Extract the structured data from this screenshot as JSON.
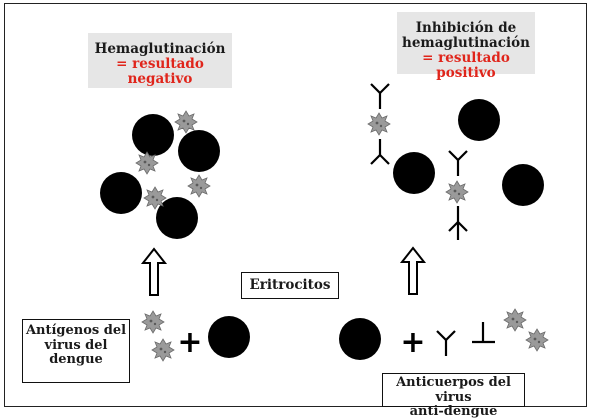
{
  "labels": {
    "hemag_title": "Hemaglutinación",
    "hemag_result": "= resultado negativo",
    "inhib_title_1": "Inhibición de",
    "inhib_title_2": "hemaglutinación",
    "inhib_result": "= resultado positivo",
    "erythrocytes": "Eritrocitos",
    "antigens_1": "Antígenos del",
    "antigens_2": "virus del",
    "antigens_3": "dengue",
    "antibodies_1": "Anticuerpos del virus",
    "antibodies_2": "anti-dengue"
  },
  "symbols": {
    "plus": "+"
  },
  "colors": {
    "erythrocyte": "#000000",
    "antigen": "#9a9a9a",
    "result_text": "#e0251b",
    "label_bg": "#e6e6e6"
  },
  "icons": [
    "erythrocyte-icon",
    "antigen-icon",
    "antibody-icon",
    "arrow-up-icon"
  ]
}
